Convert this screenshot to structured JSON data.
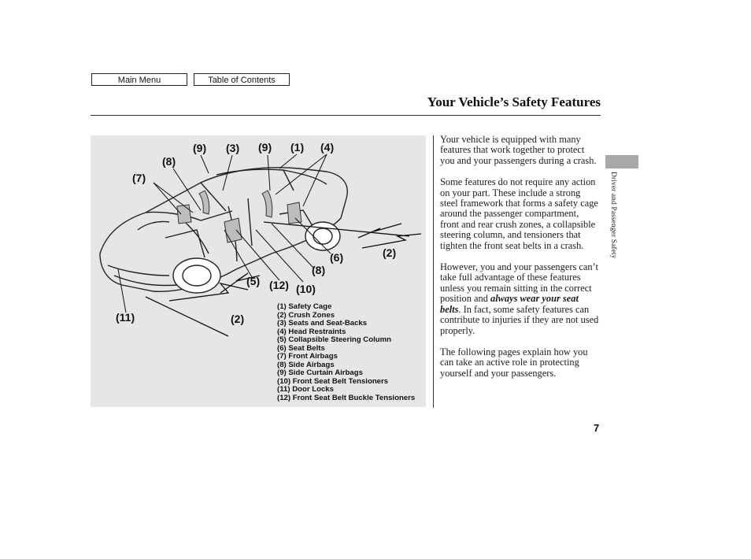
{
  "nav": {
    "main_menu": "Main Menu",
    "toc": "Table of Contents"
  },
  "header": {
    "title": "Your Vehicle’s Safety Features"
  },
  "figure": {
    "callouts": {
      "c9a": "(9)",
      "c3": "(3)",
      "c9b": "(9)",
      "c1": "(1)",
      "c4": "(4)",
      "c8a": "(8)",
      "c7": "(7)",
      "c6": "(6)",
      "c2a": "(2)",
      "c8b": "(8)",
      "c5": "(5)",
      "c12": "(12)",
      "c10": "(10)",
      "c11": "(11)",
      "c2b": "(2)"
    },
    "legend": [
      "(1) Safety Cage",
      "(2) Crush Zones",
      "(3) Seats and Seat-Backs",
      "(4) Head Restraints",
      "(5) Collapsible Steering Column",
      "(6) Seat Belts",
      "(7) Front Airbags",
      "(8) Side Airbags",
      "(9) Side Curtain Airbags",
      "(10) Front Seat Belt Tensioners",
      "(11) Door Locks",
      "(12) Front Seat Belt Buckle Tensioners"
    ]
  },
  "content": {
    "p1": "Your vehicle is equipped with many features that work together to protect you and your passengers during a crash.",
    "p2": "Some features do not require any action on your part. These include a strong steel framework that forms a safety cage around the passenger compartment, front and rear crush zones, a collapsible steering column, and tensioners that tighten the front seat belts in a crash.",
    "p3_a": "However, you and your passengers can’t take full advantage of these features unless you remain sitting in the correct position and ",
    "p3_em": "always wear your seat belts",
    "p3_b": ". In fact, some safety features can contribute to injuries if they are not used properly.",
    "p4": "The following pages explain how you can take an active role in protecting yourself and your passengers."
  },
  "sidebar": {
    "section_label": "Driver and Passenger Safety"
  },
  "footer": {
    "page_number": "7"
  }
}
